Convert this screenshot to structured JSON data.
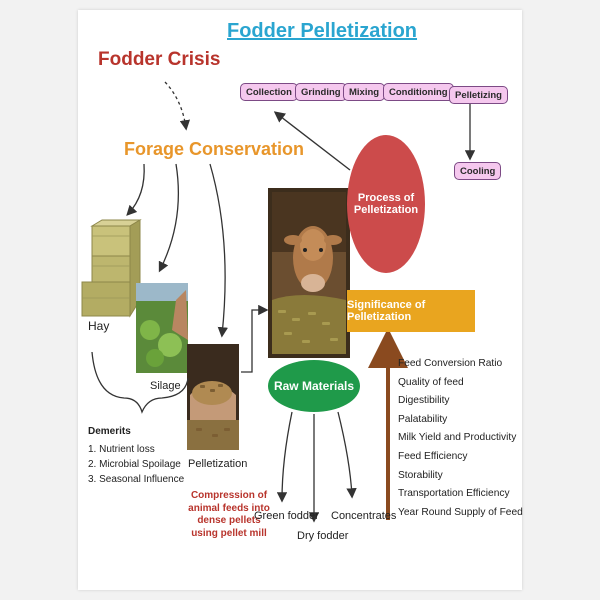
{
  "title": "Fodder Pelletization",
  "fodder_crisis": "Fodder Crisis",
  "forage_conservation": "Forage Conservation",
  "methods": {
    "hay": "Hay",
    "silage": "Silage",
    "pelletization": "Pelletization"
  },
  "demerits": {
    "heading": "Demerits",
    "items": [
      "1.  Nutrient loss",
      "2.  Microbial Spoilage",
      "3.  Seasonal Influence"
    ]
  },
  "definition": "Compression of animal feeds into dense pellets using pellet mill",
  "process": {
    "label_line1": "Process of",
    "label_line2": "Pelletization",
    "steps": [
      "Collection",
      "Grinding",
      "Mixing",
      "Conditioning",
      "Pelletizing",
      "Cooling"
    ]
  },
  "significance": {
    "label": "Significance of Pelletization",
    "items": [
      "Feed Conversion Ratio",
      "Quality of feed",
      "Digestibility",
      "Palatability",
      "Milk Yield and Productivity",
      "Feed Efficiency",
      "Storability",
      "Transportation Efficiency",
      "Year Round Supply of Feed"
    ]
  },
  "raw_materials": {
    "label": "Raw Materials",
    "items": [
      "Green fodder",
      "Dry fodder",
      "Concentrates"
    ]
  },
  "colors": {
    "title": "#2aa5d0",
    "crisis": "#b8342c",
    "conservation": "#e8962b",
    "process": "#cc4b4b",
    "significance": "#e9a51f",
    "raw": "#1f9a4a",
    "chip": "#f5c8ee",
    "arrow_brown": "#8a4a1f"
  }
}
